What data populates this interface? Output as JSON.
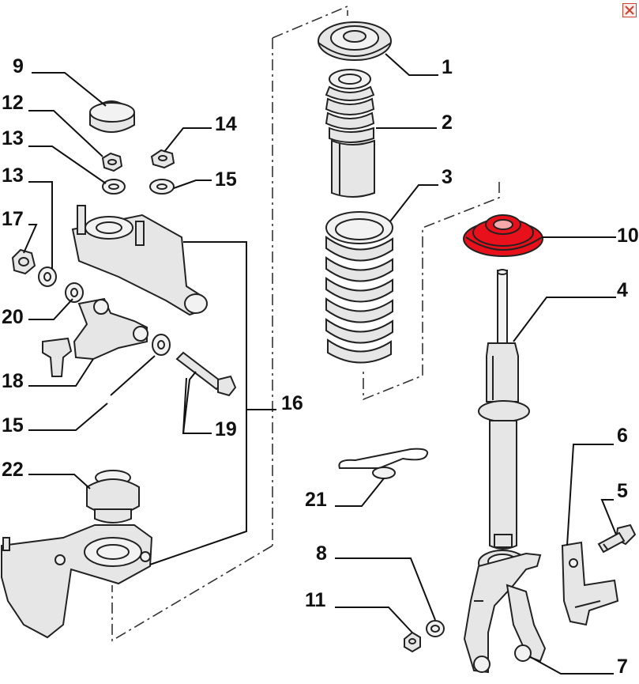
{
  "colors": {
    "highlight": "#e8101a",
    "close": "#c8432d",
    "line": "#222222",
    "part_fill": "#e6e6e6"
  },
  "close_icon": "close-icon",
  "callouts": {
    "c1": "1",
    "c2": "2",
    "c3": "3",
    "c4": "4",
    "c5": "5",
    "c6": "6",
    "c7": "7",
    "c8": "8",
    "c9": "9",
    "c10": "10",
    "c11": "11",
    "c12": "12",
    "c13a": "13",
    "c13b": "13",
    "c14": "14",
    "c15a": "15",
    "c15b": "15",
    "c16": "16",
    "c17": "17",
    "c18": "18",
    "c19": "19",
    "c20": "20",
    "c21": "21",
    "c22": "22"
  },
  "highlighted_part": "10"
}
